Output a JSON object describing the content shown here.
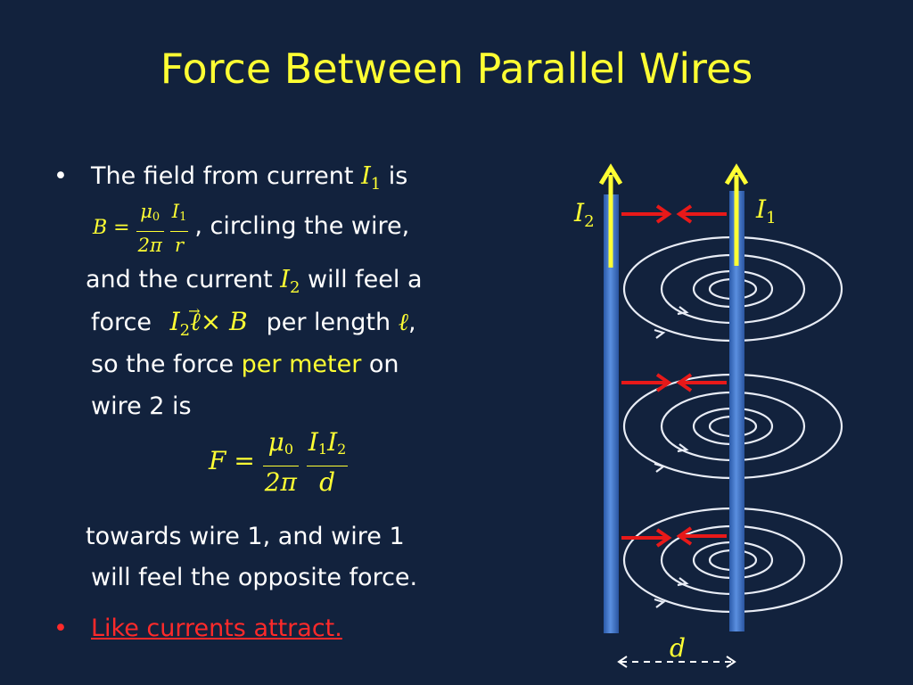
{
  "title": "Force Between Parallel Wires",
  "bullets": {
    "b1_l1_pre": "The field from current",
    "b1_l1_post": "is",
    "b1_l2": ", circling the wire,",
    "b1_l3_pre": "and the current",
    "b1_l3_post": "will feel a",
    "b1_l4_pre": "force",
    "b1_l4_mid": "per length",
    "b1_l5_pre": "so the force",
    "b1_l5_hl": "per meter",
    "b1_l5_post": "on",
    "b1_l6": "wire 2 is",
    "b1_l7": "towards wire 1, and wire 1",
    "b1_l8": "will  feel the opposite force.",
    "b2": "Like currents attract."
  },
  "math": {
    "I": "I",
    "one": "1",
    "two": "2",
    "zero": "0",
    "B_eq": "B =",
    "F_eq": "F =",
    "mu": "μ",
    "two_pi": "2π",
    "r": "r",
    "d": "d",
    "ell": "ℓ",
    "comma": ",",
    "cross_B": "× B"
  },
  "diagram": {
    "label_I2": "I",
    "label_I2_sub": "2",
    "label_I1": "I",
    "label_I1_sub": "1",
    "label_d": "d"
  },
  "colors": {
    "background": "#12223d",
    "title": "#ffff33",
    "wire": "#3f72c4",
    "current_arrow": "#ffff33",
    "force_arrow": "#e81919",
    "field_lines": "#e8ecf5",
    "like_text": "#ff2a2a"
  }
}
